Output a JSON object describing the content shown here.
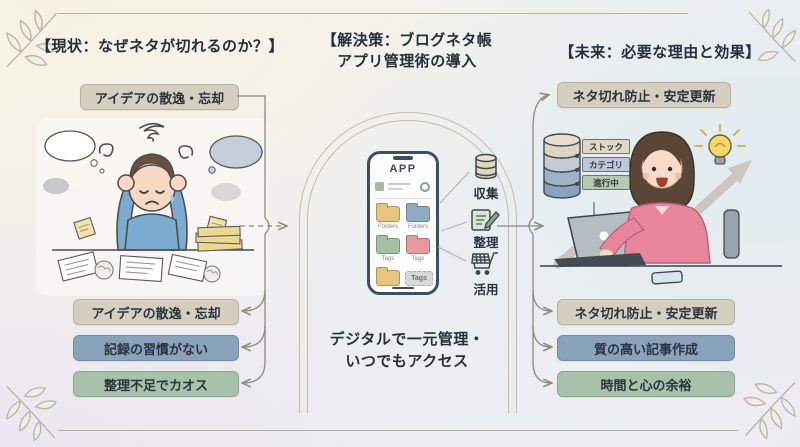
{
  "left": {
    "title": "【現状：なぜネタが切れるのか？】",
    "top_box": "アイデアの散逸・忘却",
    "boxes": [
      {
        "label": "アイデアの散逸・忘却",
        "color": "beige"
      },
      {
        "label": "記録の習慣がない",
        "color": "blue"
      },
      {
        "label": "整理不足でカオス",
        "color": "green"
      }
    ]
  },
  "center": {
    "title_line1": "【解決策：ブログネタ帳",
    "title_line2": "アプリ管理術の導入",
    "phone": {
      "app_title": "APP",
      "folder_labels": [
        "Folders",
        "Folders",
        "Tags",
        "Tags"
      ],
      "chip_label": "Tags"
    },
    "steps": [
      {
        "label": "収集",
        "icon": "database-icon"
      },
      {
        "label": "整理",
        "icon": "note-pencil-icon"
      },
      {
        "label": "活用",
        "icon": "cart-icon"
      }
    ],
    "caption_line1": "デジタルで一元管理・",
    "caption_line2": "いつでもアクセス"
  },
  "right": {
    "title": "【未来：必要な理由と効果】",
    "top_box": "ネタ切れ防止・安定更新",
    "db_tags": [
      {
        "label": "ストック",
        "color": "beige"
      },
      {
        "label": "カテゴリ",
        "color": "blue"
      },
      {
        "label": "進行中",
        "color": "green"
      }
    ],
    "boxes": [
      {
        "label": "ネタ切れ防止・安定更新",
        "color": "beige"
      },
      {
        "label": "質の高い記事作成",
        "color": "blue"
      },
      {
        "label": "時間と心の余裕",
        "color": "green"
      }
    ]
  },
  "colors": {
    "box_beige": "#d5cfbf",
    "box_blue": "#8aa3bd",
    "box_green": "#a7c2a8",
    "text_dark": "#2a3340",
    "line": "#8f8a80",
    "phone_frame": "#3e4f63"
  }
}
